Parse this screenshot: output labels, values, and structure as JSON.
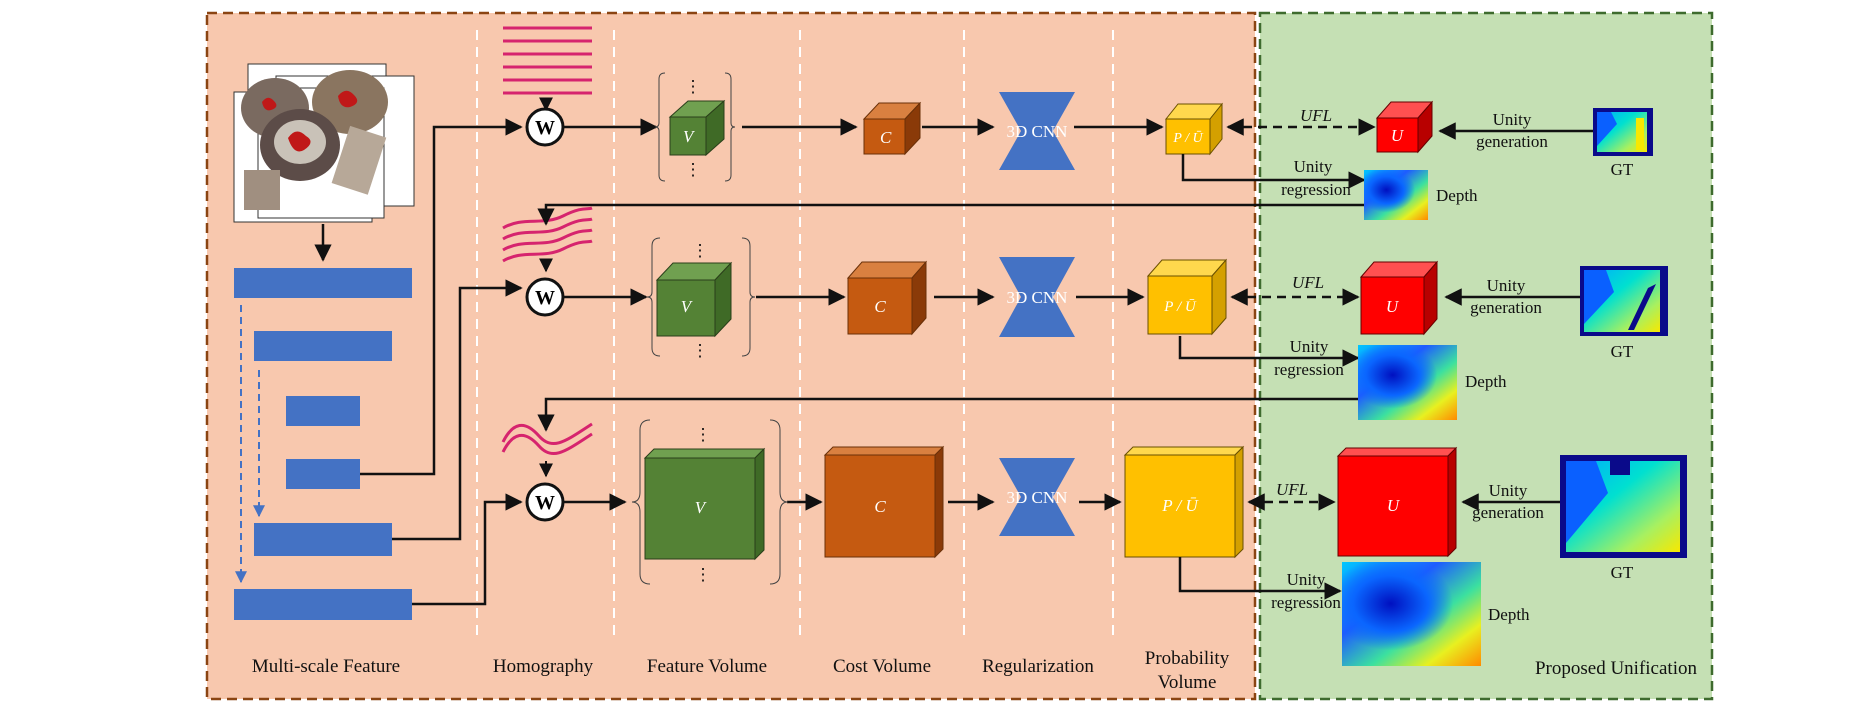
{
  "stages": {
    "multiscale": "Multi-scale Feature",
    "homography": "Homography",
    "feature_volume": "Feature Volume",
    "cost_volume": "Cost Volume",
    "regularization": "Regularization",
    "probability_line1": "Probability",
    "probability_line2": "Volume",
    "proposed": "Proposed Unification"
  },
  "labels": {
    "warp": "W",
    "v": "V",
    "c": "C",
    "cnn": "3D CNN",
    "p": "P / Ū",
    "u": "U",
    "ufl": "UFL",
    "unity": "Unity",
    "generation": "generation",
    "regression": "regression",
    "depth": "Depth",
    "gt": "GT",
    "dots": "⋮"
  },
  "colors": {
    "left_bg": "#f8c8ae",
    "left_border": "#8b4513",
    "right_bg": "#c5e0b4",
    "right_border": "#3e6b2e",
    "feature_bar": "#4472c4",
    "v_box": "#548235",
    "c_box": "#c55a11",
    "cnn": "#4472c4",
    "p_box": "#ffc000",
    "u_box": "#ff0000",
    "homography_lines": "#d6246e"
  }
}
